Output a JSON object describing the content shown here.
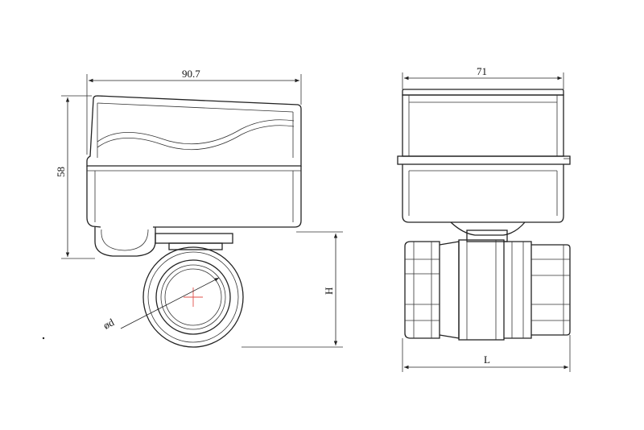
{
  "dimensions": {
    "width_side": "90.7",
    "height_actuator": "58",
    "width_front": "71",
    "height_total": "H",
    "length": "L",
    "diameter": "ød"
  },
  "colors": {
    "line": "#222222",
    "center_mark": "#e0504a"
  }
}
